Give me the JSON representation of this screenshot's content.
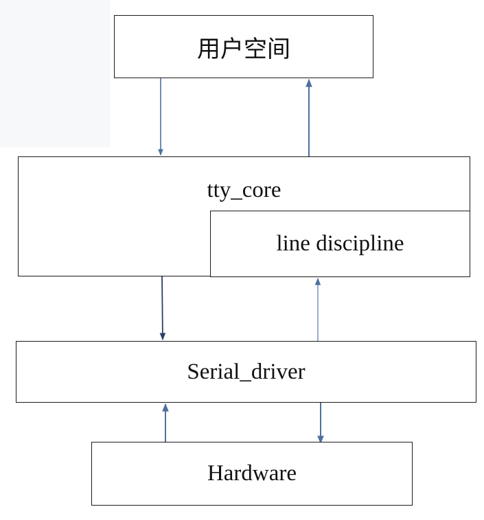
{
  "diagram": {
    "nodes": {
      "user_space": "用户空间",
      "tty_core": "tty_core",
      "line_discipline": "line discipline",
      "serial_driver": "Serial_driver",
      "hardware": "Hardware"
    },
    "edges": [
      {
        "from": "user_space",
        "to": "tty_core",
        "direction": "down"
      },
      {
        "from": "tty_core",
        "to": "user_space",
        "direction": "up"
      },
      {
        "from": "tty_core",
        "to": "serial_driver",
        "direction": "down"
      },
      {
        "from": "serial_driver",
        "to": "line_discipline",
        "direction": "up"
      },
      {
        "from": "hardware",
        "to": "serial_driver",
        "direction": "up"
      },
      {
        "from": "serial_driver",
        "to": "hardware",
        "direction": "down"
      }
    ],
    "colors": {
      "box_border": "#1a1a1a",
      "arrow": "#4f6f9f",
      "arrow_dark": "#2a3f66",
      "text": "#111111"
    }
  }
}
